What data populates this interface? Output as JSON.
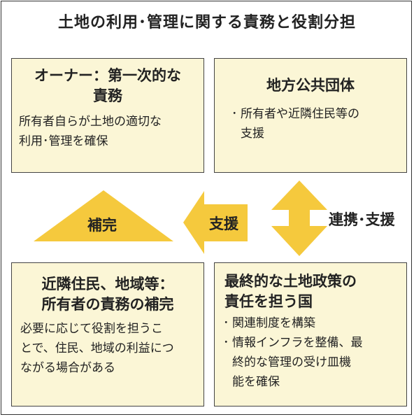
{
  "title": "土地の利用･管理に関する責務と役割分担",
  "owner": {
    "head_line1": "オーナー：第一次的な",
    "head_line2": "責務",
    "body_line1": "所有者自らが土地の適切な",
    "body_line2": "利用･管理を確保"
  },
  "local_gov": {
    "head": "地方公共団体",
    "bullet1_line1": "所有者や近隣住民等の",
    "bullet1_line2": "支援"
  },
  "residents": {
    "head_line1": "近隣住民、地域等：",
    "head_line2": "所有者の責務の補完",
    "body_line1": "必要に応じて役割を担うこ",
    "body_line2": "とで、住民、地域の利益につ",
    "body_line3": "ながる場合がある"
  },
  "nation": {
    "head_line1": "最終的な土地政策の",
    "head_line2": "責任を担う国",
    "bullet1": "関連制度を構築",
    "bullet2_line1": "情報インフラを整備、最",
    "bullet2_line2": "終的な管理の受け皿機",
    "bullet2_line3": "能を確保"
  },
  "arrows": {
    "complement": "補完",
    "support": "支援",
    "cooperation": "連携･支援"
  },
  "colors": {
    "box_fill": "#fbf6d6",
    "arrow_fill": "#f5c93d",
    "border": "#444444"
  }
}
